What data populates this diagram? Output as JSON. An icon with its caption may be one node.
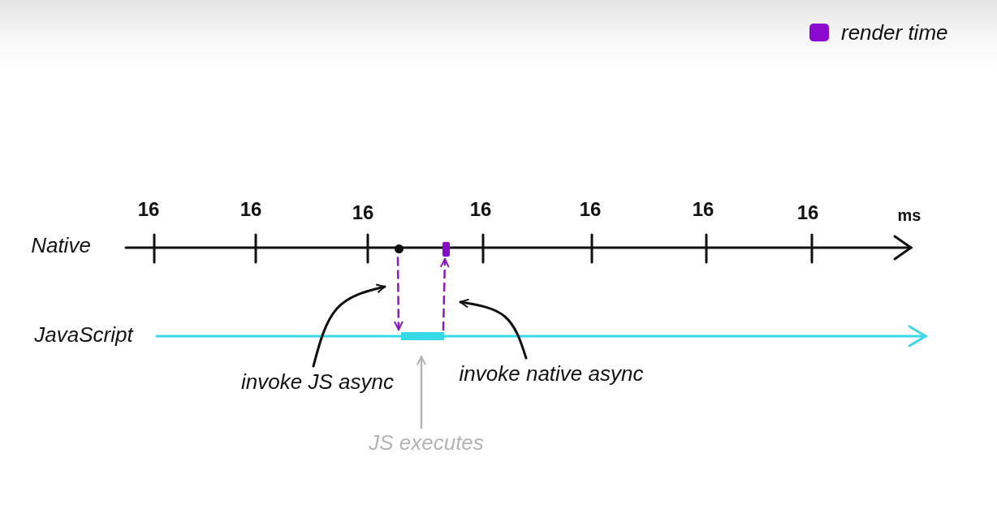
{
  "diagram": {
    "nodes": [
      {
        "text": [],
        "shape": "circle"
      },
      {
        "text": [],
        "shape": "bar"
      },
      {
        "text": [],
        "shape": "bar"
      },
      {
        "text": [
          "invoke JS async"
        ]
      },
      {
        "text": [
          "invoke native async"
        ]
      },
      {
        "text": [
          "JS executes"
        ]
      }
    ],
    "edges": [
      {
        "from": 0,
        "to": 2,
        "arrow": "to",
        "style": "dashed",
        "color": "#8a16c8"
      },
      {
        "from": 2,
        "to": 1,
        "arrow": "to",
        "style": "dashed",
        "color": "#8a16c8"
      },
      {
        "from": 3,
        "to": null,
        "arrow": "to",
        "color": "#111111"
      },
      {
        "from": 4,
        "to": null,
        "arrow": "to",
        "color": "#111111"
      },
      {
        "from": 5,
        "to": 2,
        "arrow": "to",
        "color": "#b4b4b4"
      }
    ],
    "labels": [
      "Native",
      "16",
      "16",
      "16",
      "16",
      "16",
      "16",
      "16",
      "ms",
      "JavaScript"
    ],
    "legend": [
      {
        "text": "render time",
        "color": "#8a0ad0"
      }
    ]
  }
}
